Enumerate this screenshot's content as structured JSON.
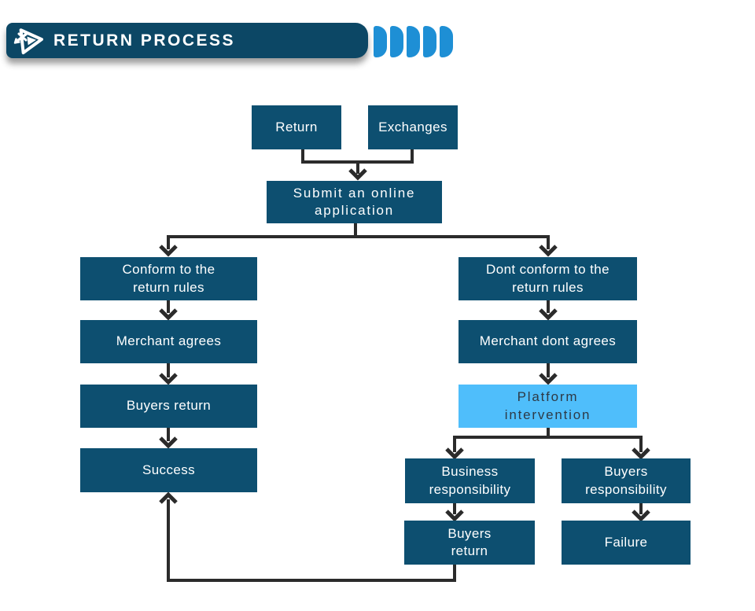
{
  "header": {
    "title": "RETURN PROCESS",
    "bar_color": "#0C4765",
    "accent_color": "#1E8FD5",
    "accent_stripe_count": 5,
    "logo": "wrench-play-logo"
  },
  "flowchart": {
    "colors": {
      "node_fill": "#0D4F70",
      "node_text": "#FFFFFF",
      "highlight_fill": "#4FBEFB",
      "highlight_text": "#2E3A46",
      "connector": "#2B2B2B"
    },
    "nodes": {
      "return": {
        "label": "Return"
      },
      "exchanges": {
        "label": "Exchanges"
      },
      "submit": {
        "label": "Submit an online\napplication"
      },
      "conform": {
        "label": "Conform to the\nreturn rules"
      },
      "merchant_agrees": {
        "label": "Merchant agrees"
      },
      "buyers_return": {
        "label": "Buyers return"
      },
      "success": {
        "label": "Success"
      },
      "dont_conform": {
        "label": "Dont conform to the\nreturn rules"
      },
      "merchant_dont_agrees": {
        "label": "Merchant dont agrees"
      },
      "platform_intervention": {
        "label": "Platform\nintervention"
      },
      "business_responsibility": {
        "label": "Business\nresponsibility"
      },
      "buyers_responsibility": {
        "label": "Buyers\nresponsibility"
      },
      "buyers_return_2": {
        "label": "Buyers\nreturn"
      },
      "failure": {
        "label": "Failure"
      }
    }
  }
}
